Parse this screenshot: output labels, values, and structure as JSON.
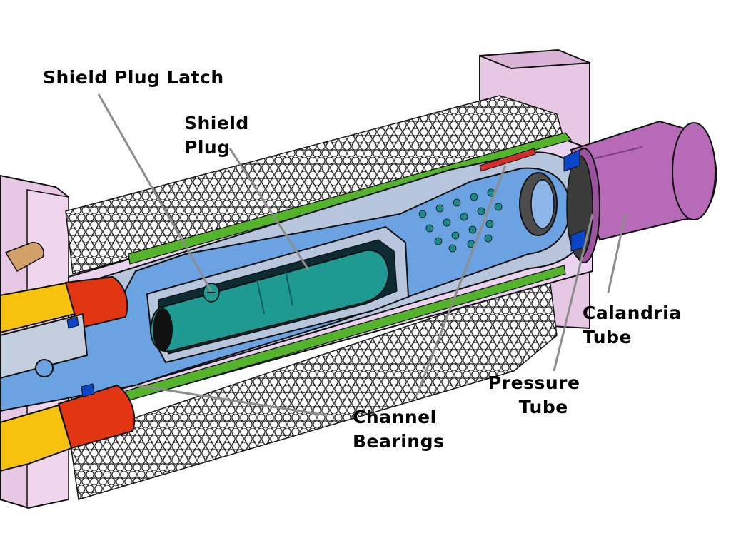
{
  "labels": {
    "shield_plug_latch": "Shield Plug Latch",
    "shield_plug": [
      "Shield",
      "Plug"
    ],
    "calandria_tube": [
      "Calandria",
      "Tube"
    ],
    "pressure_tube": [
      "Pressure",
      "Tube"
    ],
    "channel_bearings": [
      "Channel",
      "Bearings"
    ]
  },
  "colors": {
    "background": "#ffffff",
    "calandria_tube": "#b66ab8",
    "tubesheet": "#e7c8e4",
    "pebble_fill": "#f1ecf3",
    "pressure_tube": "#b7c6dd",
    "channel_bore": "#6aa2e2",
    "shield_plug": "#1f9a93",
    "bearing_red": "#e23512",
    "bearing_green": "#54b22b",
    "end_fitting_yellow": "#f6c20e",
    "leader_line": "#8d8d8d",
    "seal_blue": "#0b46c9"
  }
}
